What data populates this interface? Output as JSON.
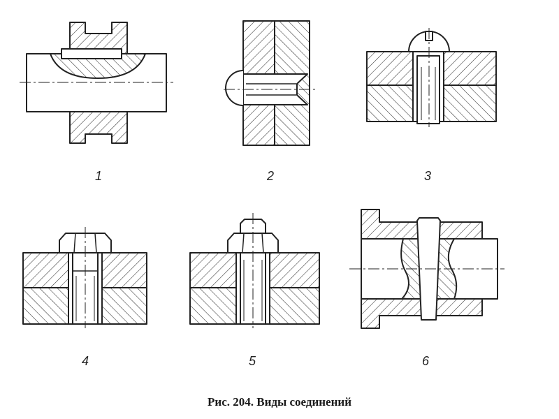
{
  "caption": "Рис. 204. Виды соединений",
  "panels": [
    {
      "number": "1",
      "kind": "key-joint"
    },
    {
      "number": "2",
      "kind": "rivet-joint"
    },
    {
      "number": "3",
      "kind": "screw-joint"
    },
    {
      "number": "4",
      "kind": "stud-joint"
    },
    {
      "number": "5",
      "kind": "bolt-joint"
    },
    {
      "number": "6",
      "kind": "pin-joint"
    }
  ],
  "colors": {
    "ink": "#222222",
    "hatch": "#333333",
    "background": "#ffffff"
  }
}
